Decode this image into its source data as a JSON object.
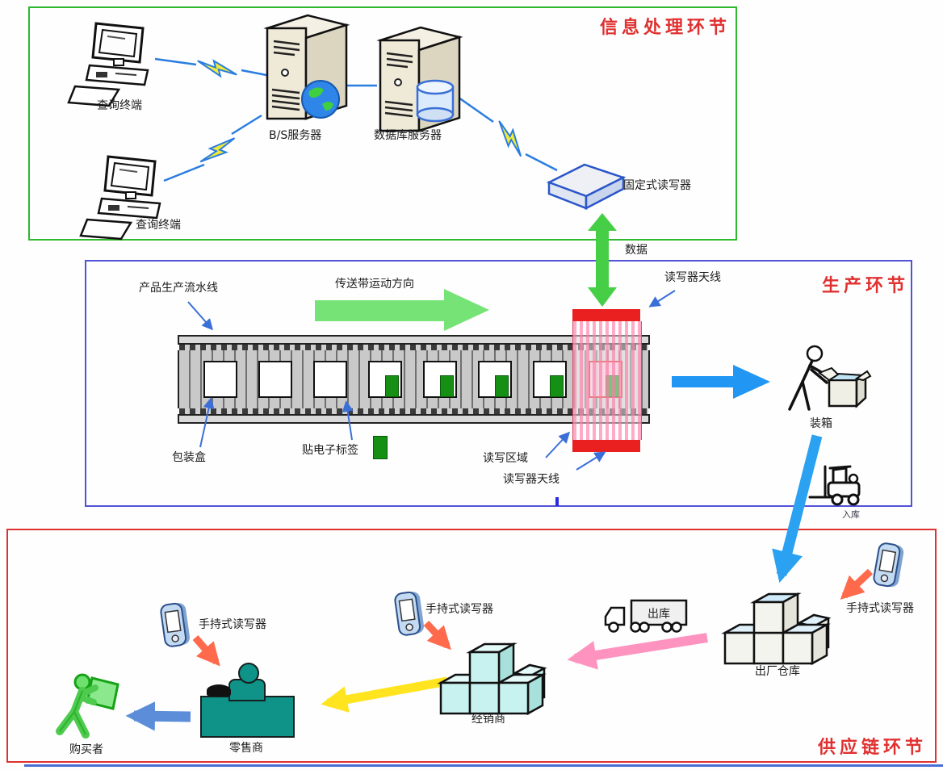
{
  "sections": {
    "info_processing": {
      "title": "信息处理环节",
      "labels": {
        "terminal_top": "查询终端",
        "terminal_bottom": "查询终端",
        "bs_server": "B/S服务器",
        "db_server": "数据库服务器",
        "fixed_reader": "固定式读写器",
        "data_flow": "数据"
      }
    },
    "production": {
      "title": "生产环节",
      "labels": {
        "assembly_line": "产品生产流水线",
        "belt_direction": "传送带运动方向",
        "reader_antenna_top": "读写器天线",
        "packaging_box": "包装盒",
        "attach_tag": "贴电子标签",
        "rw_zone": "读写区域",
        "reader_antenna_bottom": "读写器天线",
        "packing": "装箱",
        "inbound": "入库"
      }
    },
    "supply_chain": {
      "title": "供应链环节",
      "labels": {
        "handheld_reader_right": "手持式读写器",
        "handheld_reader_middle": "手持式读写器",
        "handheld_reader_left": "手持式读写器",
        "factory_warehouse": "出厂仓库",
        "truck_outbound": "出库",
        "distributor": "经销商",
        "retailer": "零售商",
        "buyer": "购买者"
      }
    }
  },
  "colors": {
    "info_border": "#2db82d",
    "production_border": "#5252d8",
    "supply_border": "#e03030",
    "section_title_red": "#e03030",
    "belt_direction_arrow": "#76e376",
    "data_arrow_green": "#46cf46",
    "blue_arrow": "#2196f3",
    "orange_arrow": "#ff6a4d",
    "pink_arrow": "#ff93c0",
    "yellow_arrow": "#ffe41f",
    "steel_blue_arrow": "#5b8dd9",
    "counter_teal": "#0f9388",
    "buyer_green": "#57d957",
    "rfid_tag_green": "#159015",
    "reader_zone_red": "#ea1f1f"
  }
}
